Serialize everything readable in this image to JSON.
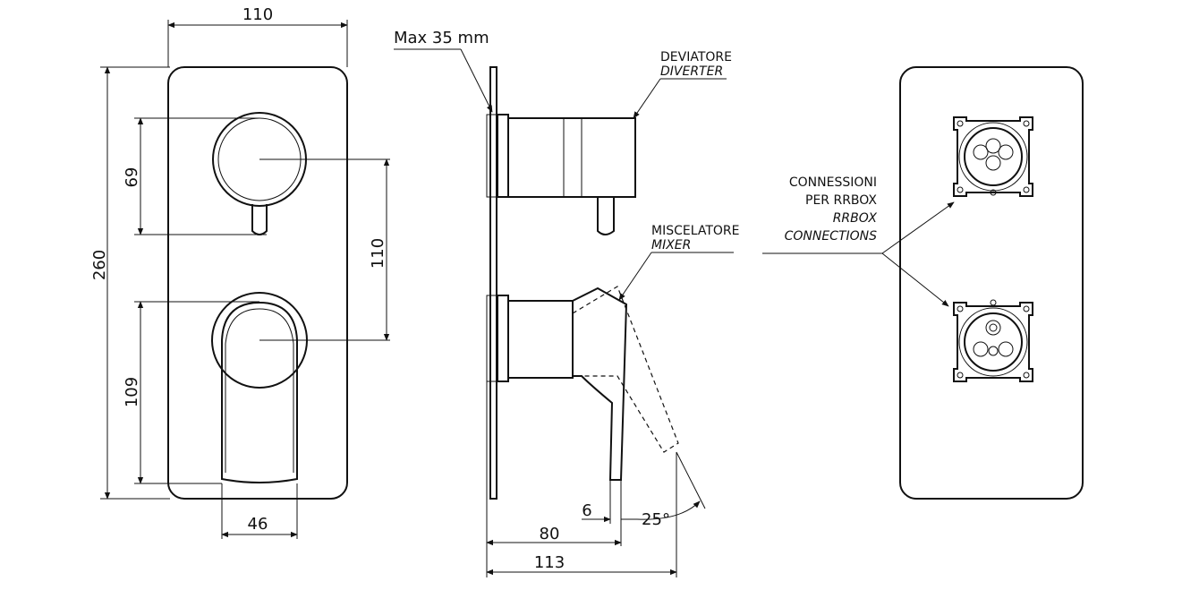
{
  "front": {
    "width": "110",
    "height": "260",
    "upper_spacing": "69",
    "axis_spacing": "110",
    "lower_height": "109",
    "handle_width": "46"
  },
  "side": {
    "max_label": "Max 35 mm",
    "diverter_it": "DEVIATORE",
    "diverter_en": "DIVERTER",
    "mixer_it": "MISCELATORE",
    "mixer_en": "MIXER",
    "dim_6": "6",
    "angle": "25°",
    "dim_80": "80",
    "dim_113": "113"
  },
  "back": {
    "conn_it_1": "CONNESSIONI",
    "conn_it_2": "PER RRBOX",
    "conn_en_1": "RRBOX",
    "conn_en_2": "CONNECTIONS"
  }
}
